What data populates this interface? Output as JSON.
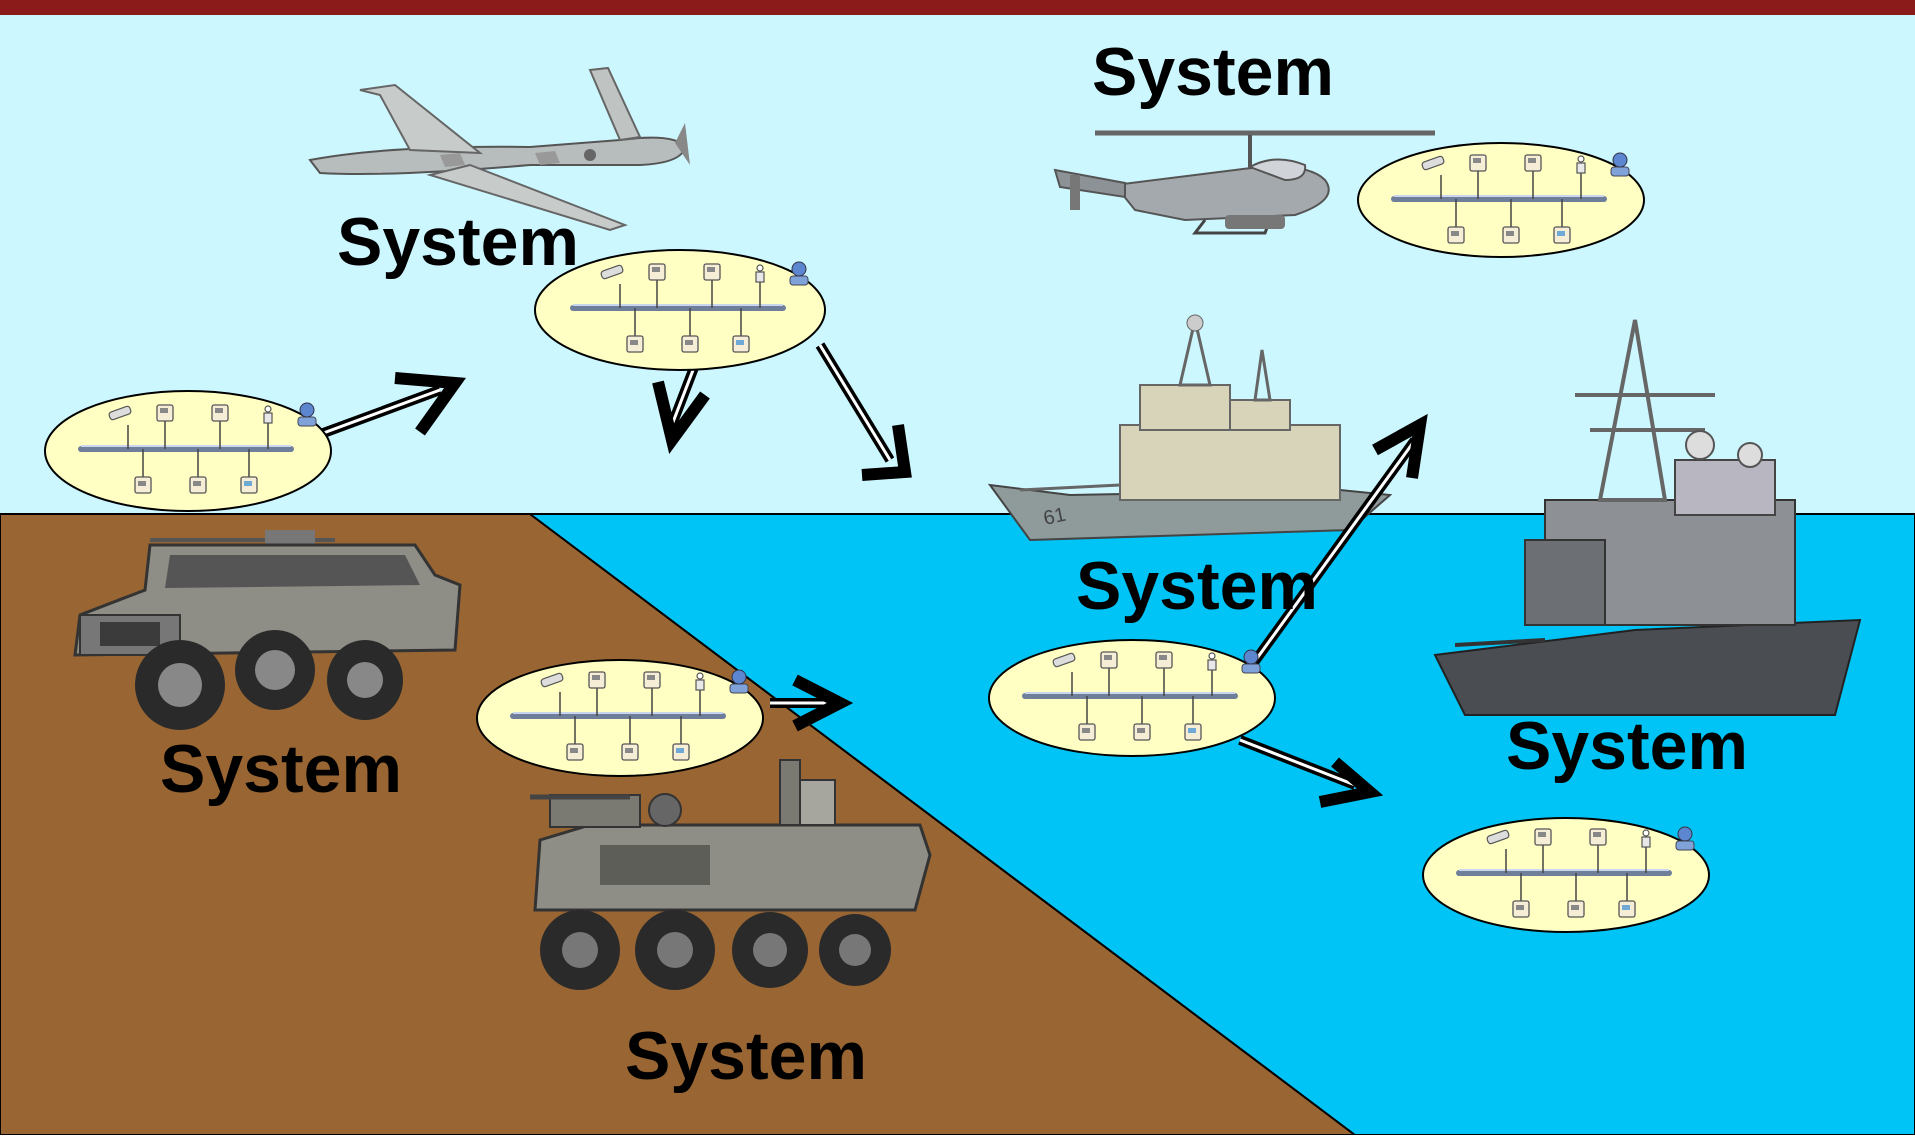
{
  "header_bar_color": "#8b1a1a",
  "colors": {
    "sky": "#ccf7ff",
    "sea": "#00c4f5",
    "ground": "#996633",
    "node": "#ffffc4"
  },
  "icons": [
    "drone-icon",
    "helicopter-icon",
    "humvee-icon",
    "armored-carrier-icon",
    "cruiser-ship-icon",
    "destroyer-ship-icon",
    "network-bus-icon",
    "flow-arrow-icon"
  ],
  "labels": {
    "drone": "System",
    "helicopter": "System",
    "cruiser": "System",
    "humvee": "System",
    "carrier": "System",
    "destroyer": "System"
  }
}
